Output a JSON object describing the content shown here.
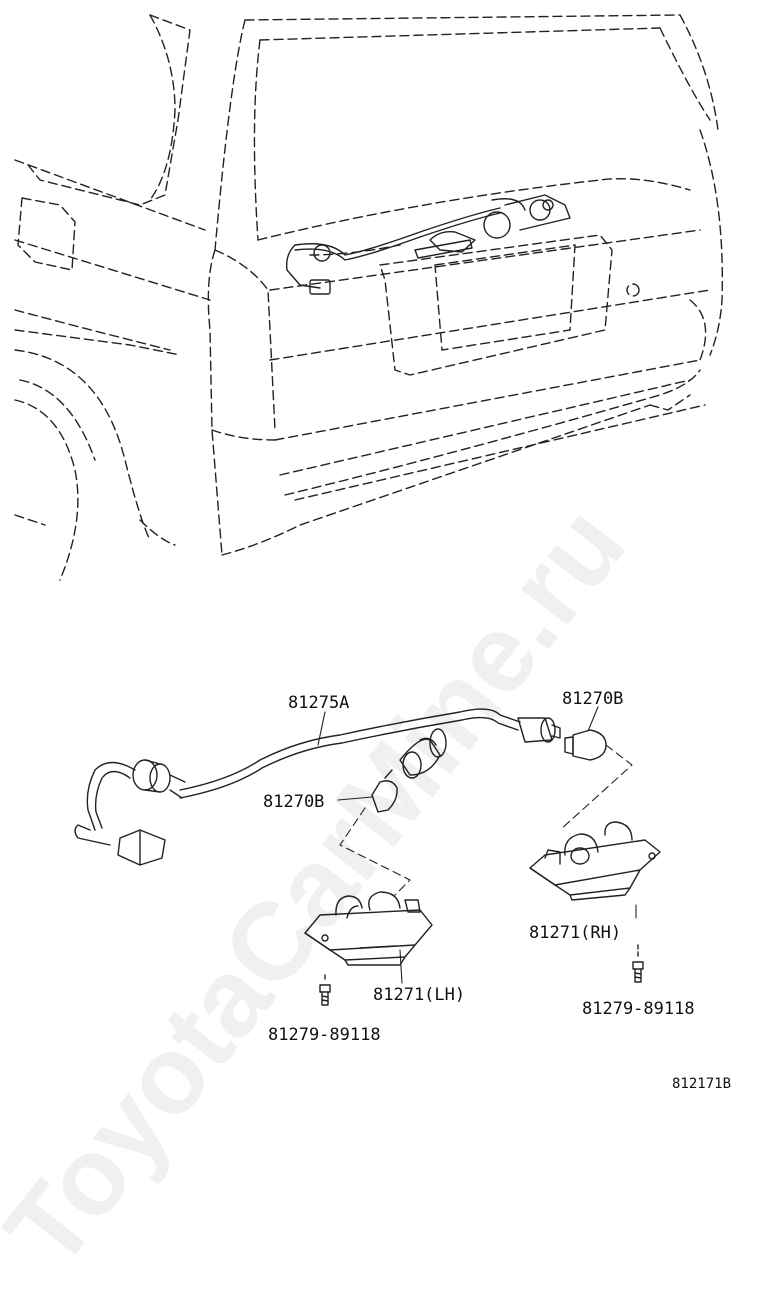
{
  "parts": {
    "harness": "81275A",
    "bulb_rh": "81270B",
    "bulb_lh": "81270B",
    "lamp_rh": "81271(RH)",
    "lamp_lh": "81271(LH)",
    "screw_lh": "81279-89118",
    "screw_rh": "81279-89118"
  },
  "figure_ref": "812171B",
  "watermark": "ToyotaCarMine.ru"
}
